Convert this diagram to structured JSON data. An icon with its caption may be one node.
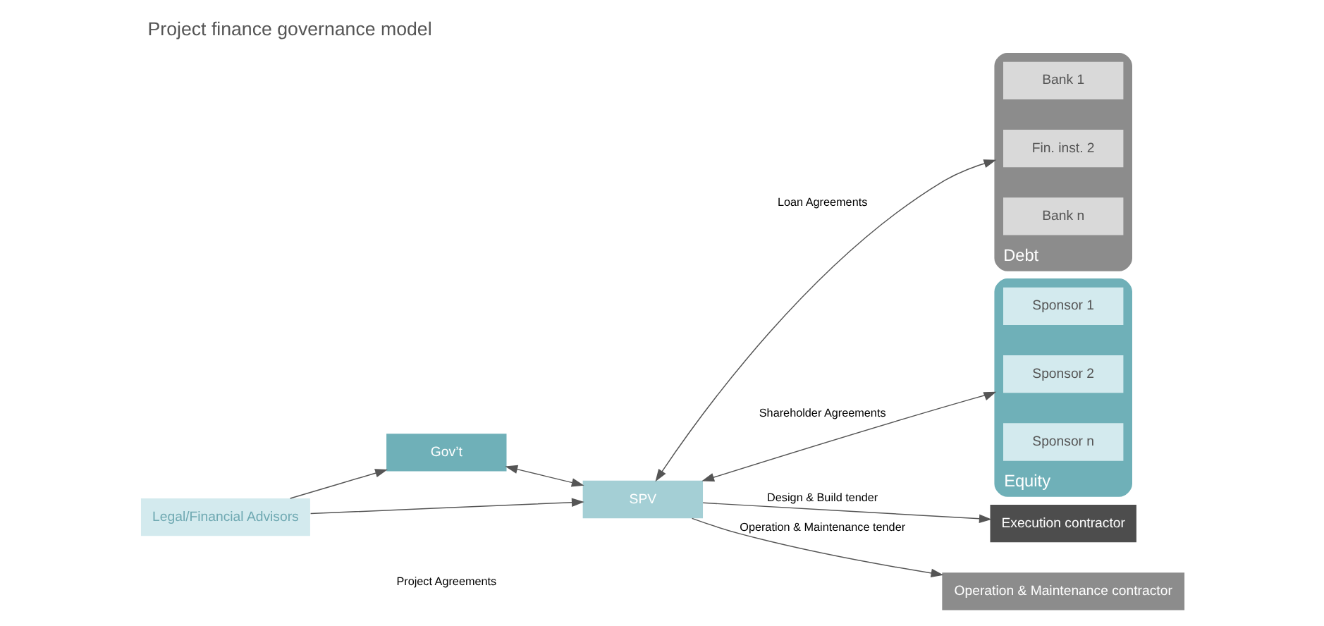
{
  "diagram": {
    "title": "Project finance governance model",
    "nodes": [
      {
        "text": [
          "Legal/Financial Advisors"
        ]
      },
      {
        "text": [
          "Gov’t"
        ]
      },
      {
        "text": [
          "SPV"
        ]
      },
      {
        "text": [
          "Debt"
        ]
      },
      {
        "text": [
          "Bank 1"
        ],
        "in": 3
      },
      {
        "text": [
          "Fin. inst. 2"
        ],
        "in": 3
      },
      {
        "text": [
          "Bank n"
        ],
        "in": 3
      },
      {
        "text": [
          "Equity"
        ]
      },
      {
        "text": [
          "Sponsor 1"
        ],
        "in": 7
      },
      {
        "text": [
          "Sponsor 2"
        ],
        "in": 7
      },
      {
        "text": [
          "Sponsor n"
        ],
        "in": 7
      },
      {
        "text": [
          "Execution contractor"
        ]
      },
      {
        "text": [
          "Operation & Maintenance contractor"
        ]
      }
    ],
    "edges": [
      {
        "from": 0,
        "to": 1,
        "arrow": "to"
      },
      {
        "from": 0,
        "to": 2,
        "arrow": "to"
      },
      {
        "from": 1,
        "to": 2,
        "arrow": "both"
      },
      {
        "from": 2,
        "to": 3,
        "arrow": "both",
        "label": "Loan Agreements"
      },
      {
        "from": 2,
        "to": 7,
        "arrow": "both",
        "label": "Shareholder Agreements"
      },
      {
        "from": 2,
        "to": 11,
        "arrow": "to",
        "label": "Design & Build tender"
      },
      {
        "from": 2,
        "to": 12,
        "arrow": "to",
        "label": "Operation & Maintenance tender"
      }
    ],
    "labels": [
      "Project Agreements"
    ]
  }
}
